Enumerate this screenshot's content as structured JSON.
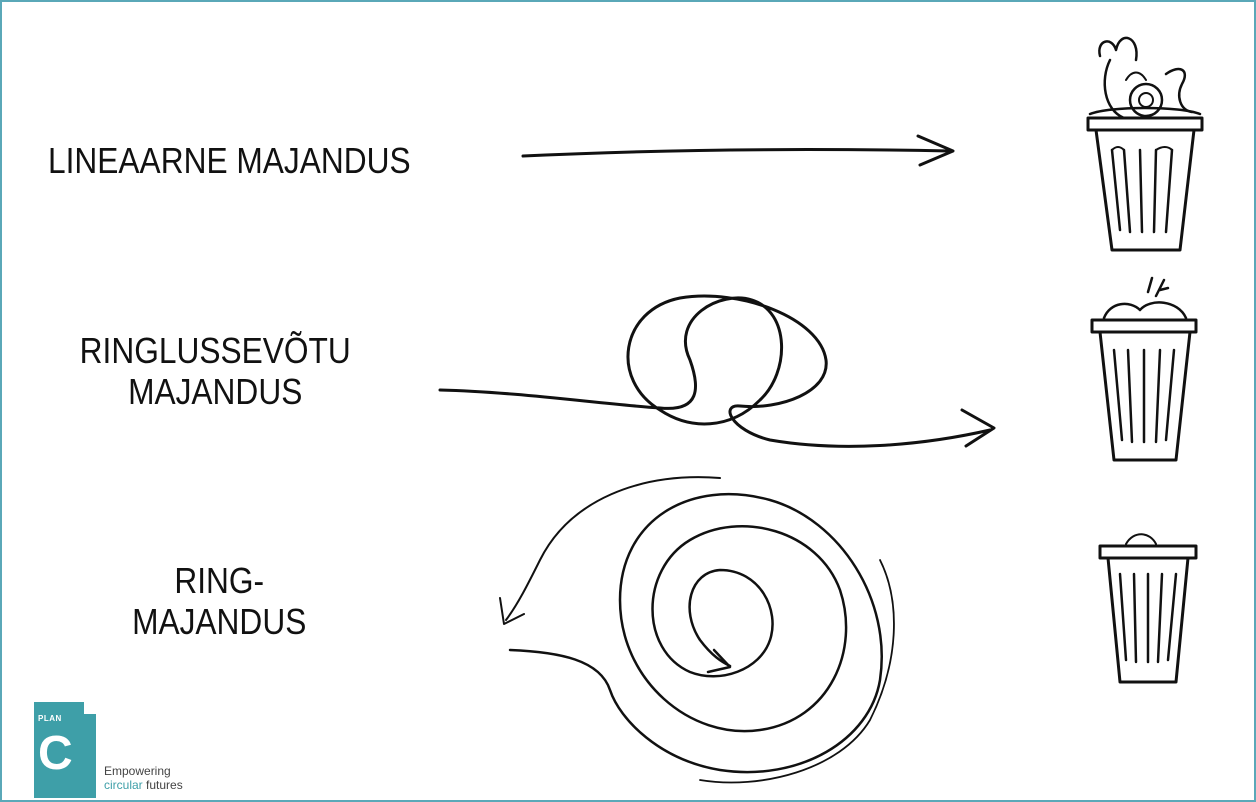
{
  "rows": [
    {
      "label_line1": "LINEAARNE MAJANDUS",
      "label_line2": ""
    },
    {
      "label_line1": "RINGLUSSEVÕTU",
      "label_line2": "MAJANDUS"
    },
    {
      "label_line1": "RING-",
      "label_line2": "MAJANDUS"
    }
  ],
  "icons": {
    "bin_full": "trash-bin-full-icon",
    "bin_half": "trash-bin-half-icon",
    "bin_empty": "trash-bin-empty-icon"
  },
  "logo": {
    "small_text": "PLAN",
    "big_letter": "C",
    "tagline_line1": "Empowering",
    "tagline_word_accent": "circular",
    "tagline_word_plain": "futures",
    "color": "#3e9fa8"
  },
  "colors": {
    "frame": "#5aa8b8",
    "ink": "#111111"
  }
}
